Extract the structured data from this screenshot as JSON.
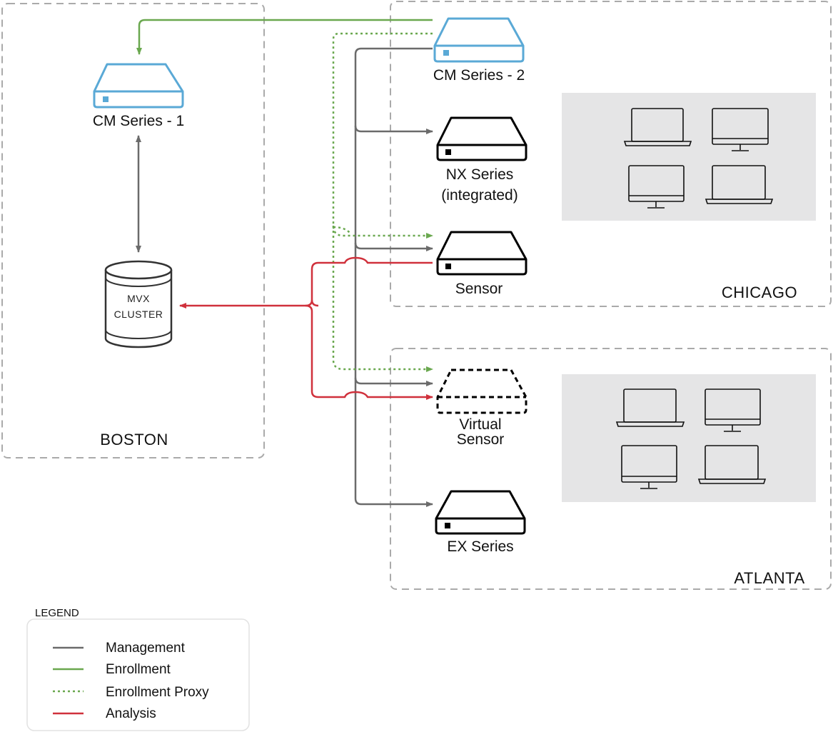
{
  "regions": {
    "boston": "BOSTON",
    "chicago": "CHICAGO",
    "atlanta": "ATLANTA"
  },
  "devices": {
    "cm1": "CM Series - 1",
    "cm2": "CM Series - 2",
    "nx_line1": "NX Series",
    "nx_line2": "(integrated)",
    "sensor": "Sensor",
    "virtual_line1": "Virtual",
    "virtual_line2": "Sensor",
    "ex": "EX Series"
  },
  "cluster": {
    "line1": "MVX",
    "line2": "CLUSTER"
  },
  "legend": {
    "title": "LEGEND",
    "items": [
      "Management",
      "Enrollment",
      "Enrollment Proxy",
      "Analysis"
    ]
  },
  "colors": {
    "management": "#6b6b6b",
    "enrollment": "#6aa84f",
    "analysis": "#d0313c",
    "cm_device": "#5aa9d6"
  }
}
